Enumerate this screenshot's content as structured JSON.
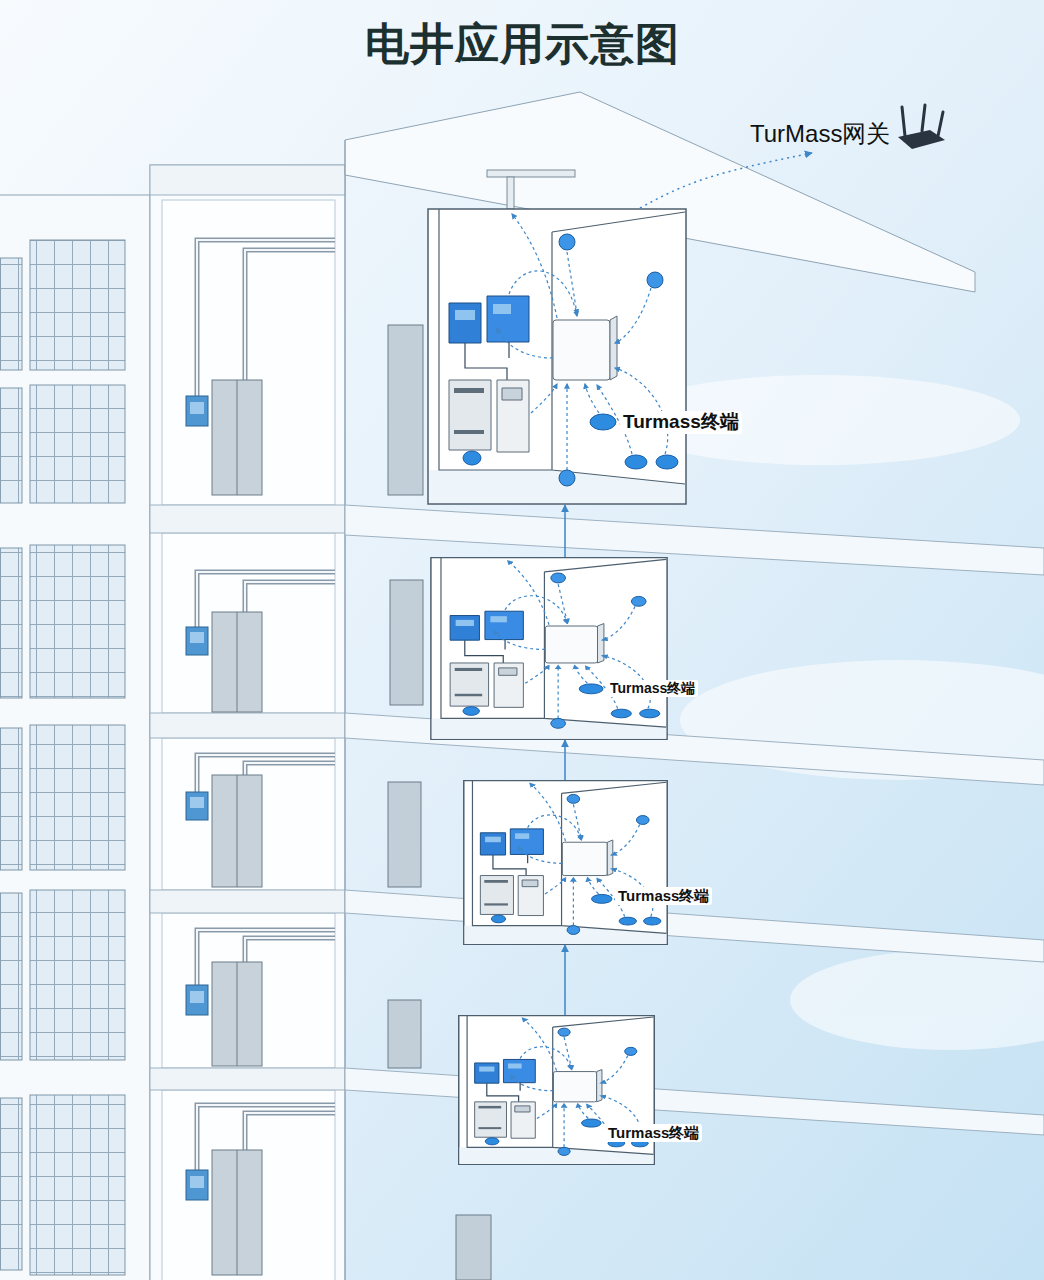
{
  "diagram": {
    "title": "电井应用示意图",
    "nodes": [
      {
        "text": [
          "TurMass网关"
        ]
      },
      {
        "text": [
          "Turmass终端"
        ]
      },
      {
        "text": [
          "Turmass终端"
        ]
      },
      {
        "text": [
          "Turmass终端"
        ]
      },
      {
        "text": [
          "Turmass终端"
        ]
      }
    ],
    "edges": [
      {
        "from": 1,
        "to": 0,
        "arrow": "to"
      },
      {
        "from": 2,
        "to": 1,
        "arrow": "to"
      },
      {
        "from": 3,
        "to": 2,
        "arrow": "to"
      },
      {
        "from": 4,
        "to": 3,
        "arrow": "to"
      }
    ]
  }
}
